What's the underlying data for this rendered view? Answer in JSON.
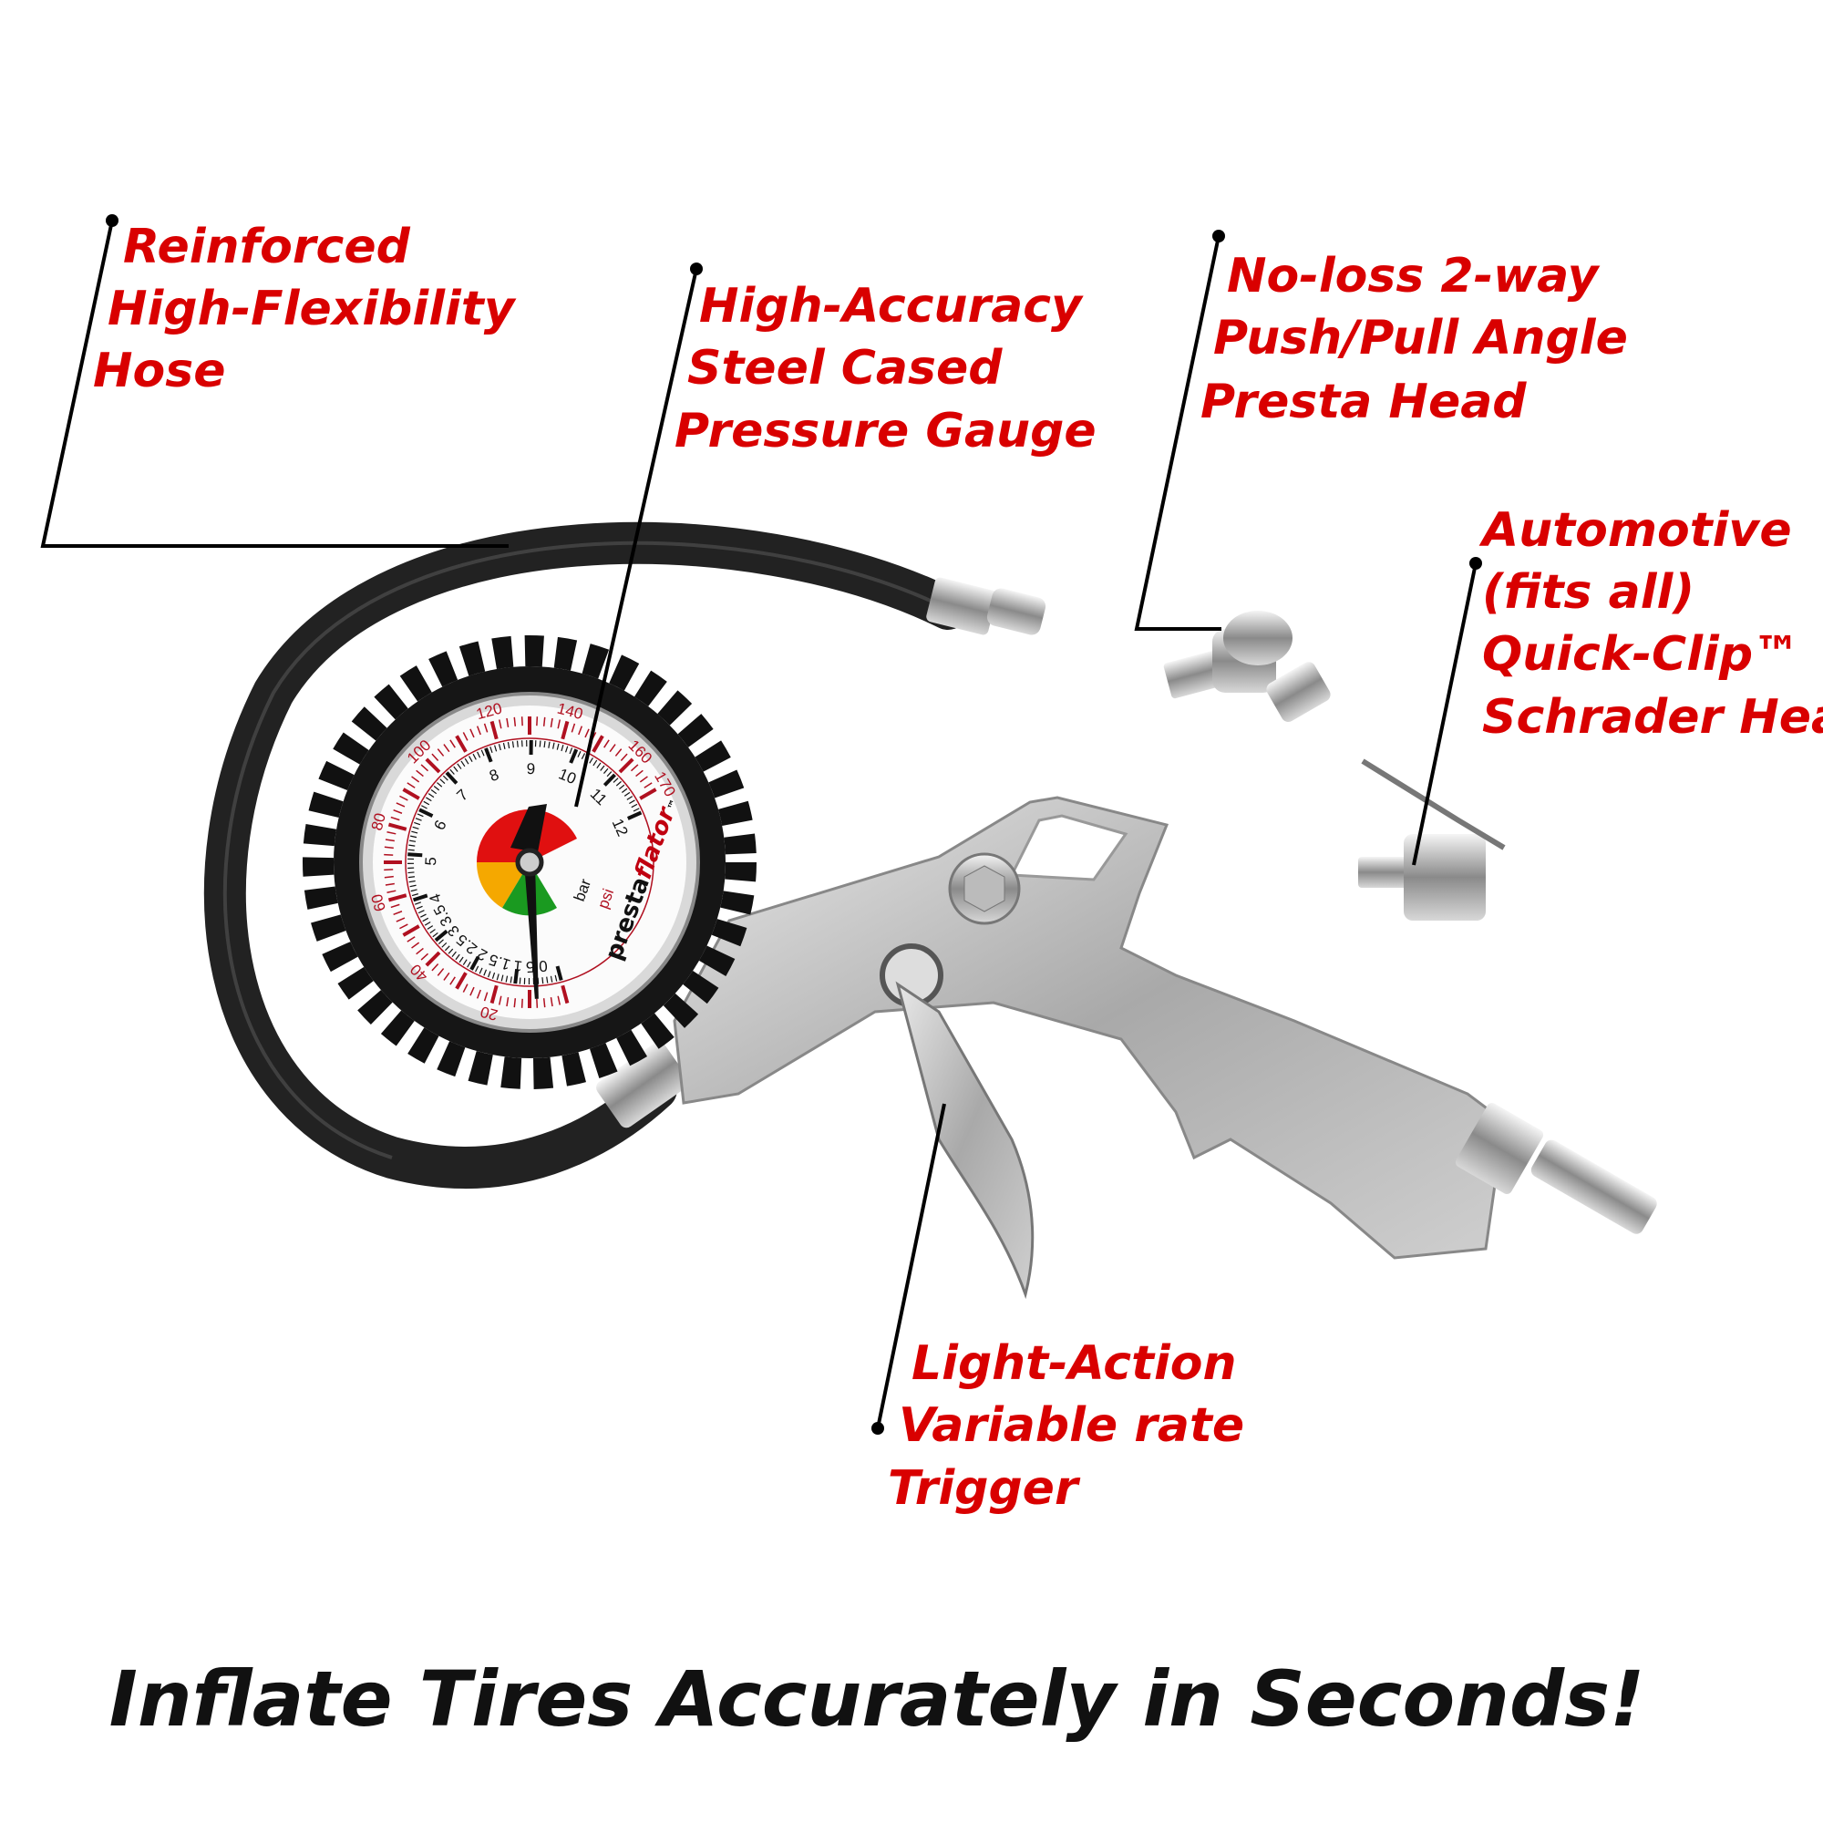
{
  "callouts": {
    "hose": [
      "Reinforced",
      "High-Flexibility",
      "Hose"
    ],
    "gauge": [
      "High-Accuracy",
      "Steel Cased",
      "Pressure Gauge"
    ],
    "presta": [
      "No-loss 2-way",
      "Push/Pull Angle",
      "Presta Head"
    ],
    "schrader": [
      "Automotive",
      "(fits all)",
      "Quick-Clip™",
      "Schrader Head"
    ],
    "trigger": [
      "Light-Action",
      "Variable rate",
      "Trigger"
    ]
  },
  "headline": "Inflate Tires Accurately in Seconds!",
  "gauge": {
    "brand_a": "presta",
    "brand_b": "flator",
    "tm": "™",
    "unit_bar": "bar",
    "unit_psi": "psi",
    "psi_labels": [
      "20",
      "40",
      "60",
      "80",
      "100",
      "120",
      "140",
      "160",
      "170"
    ],
    "bar_labels": [
      "0.5",
      "1",
      "1.5",
      "2",
      "2.5",
      "3",
      "3.5",
      "4",
      "5",
      "6",
      "7",
      "8",
      "9",
      "10",
      "11",
      "12"
    ],
    "needle_psi": 8,
    "colors": {
      "red": "#e01010",
      "orange": "#f5a800",
      "green": "#1a9a20"
    }
  }
}
